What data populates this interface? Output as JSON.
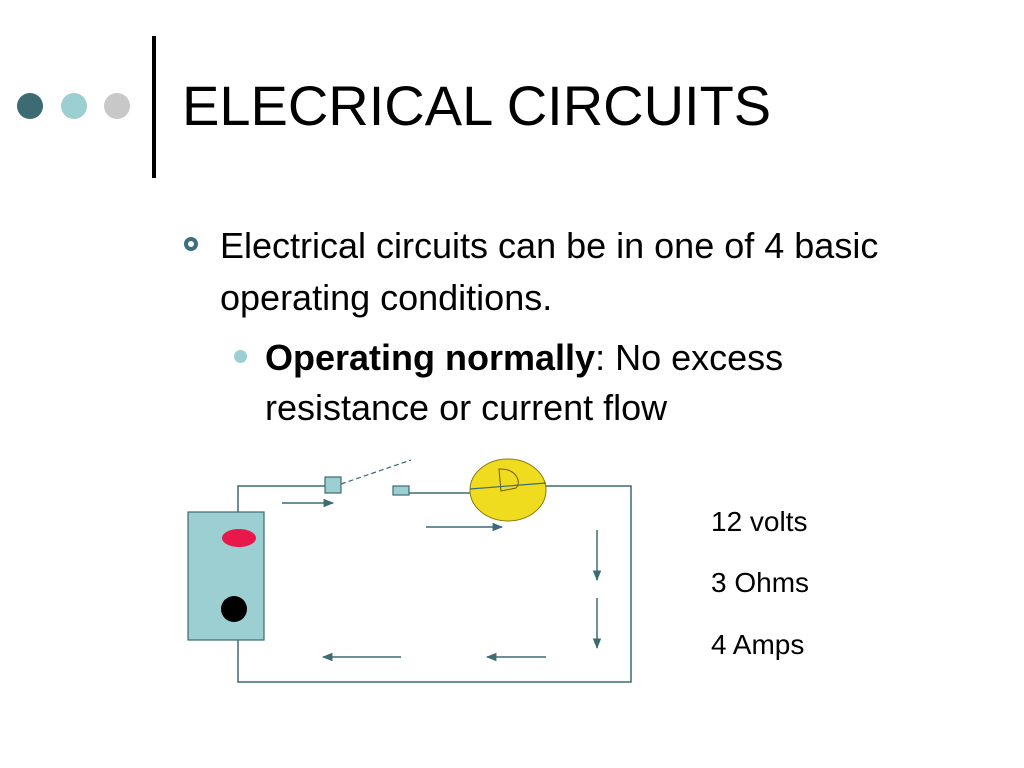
{
  "slide": {
    "title": "ELECRICAL CIRCUITS",
    "bullet_main": "Electrical circuits can be in one of 4 basic operating conditions.",
    "sub_bullet_bold": "Operating normally",
    "sub_bullet_rest": ": No excess resistance or current flow"
  },
  "specs": {
    "voltage": "12 volts",
    "resistance": "3 Ohms",
    "current": "4 Amps"
  },
  "colors": {
    "dot_dark": "#3d6b73",
    "dot_mid": "#9ccfd1",
    "dot_light": "#c8c8c8",
    "battery_fill": "#9ccfd1",
    "battery_positive": "#e8194a",
    "battery_negative": "#000000",
    "bulb_fill": "#f0dc1e",
    "wire": "#3d6b73"
  }
}
